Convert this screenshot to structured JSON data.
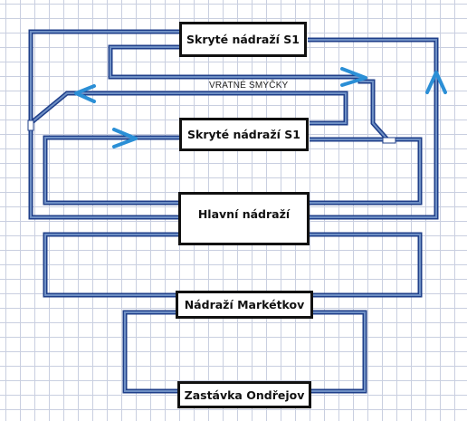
{
  "colors": {
    "track_fill": "#6e8fc4",
    "track_edge": "#1f3f8a",
    "arrow": "#2b8fd6",
    "box_border": "#111111"
  },
  "stations": {
    "hidden_upper": "Skryté nádraží S1",
    "hidden_lower": "Skryté nádraží S1",
    "main": "Hlavní nádraží",
    "marketkov": "Nádraží Markétkov",
    "ondrejov": "Zastávka Ondřejov"
  },
  "labels": {
    "return_loops": "VRATNÉ SMYČKY"
  },
  "icons": [
    "direction-arrow-right-icon",
    "direction-arrow-left-icon",
    "direction-arrow-up-icon"
  ]
}
